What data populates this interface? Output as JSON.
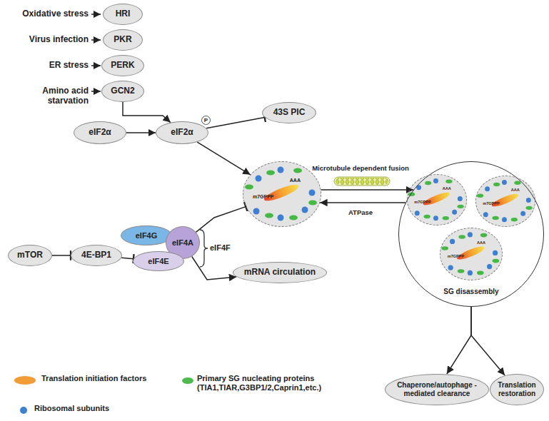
{
  "diagram": {
    "nodes": [
      {
        "text": [
          "HRI"
        ]
      },
      {
        "text": [
          "PKR"
        ]
      },
      {
        "text": [
          "PERK"
        ]
      },
      {
        "text": [
          "GCN2"
        ]
      },
      {
        "text": [
          "eIF2α"
        ]
      },
      {
        "text": [
          "eIF2α",
          "P"
        ]
      },
      {
        "text": [
          "43S PIC"
        ]
      },
      {
        "text": [
          "m7GPPP",
          "AAA"
        ]
      },
      {
        "text": [
          "SG disassembly"
        ]
      },
      {
        "text": [
          "m7GPPP",
          "AAA"
        ],
        "in": 8
      },
      {
        "text": [
          "m7GPPP",
          "AAA"
        ],
        "in": 8
      },
      {
        "text": [
          "m7GPPP",
          "AAA"
        ],
        "in": 8
      },
      {
        "text": [
          "mTOR"
        ]
      },
      {
        "text": [
          "4E-BP1"
        ]
      },
      {
        "text": [
          "eIF4G"
        ]
      },
      {
        "text": [
          "eIF4A"
        ]
      },
      {
        "text": [
          "eIF4E"
        ]
      },
      {
        "text": [
          "mRNA circulation"
        ]
      },
      {
        "text": [
          "Chaperone/autophage -mediated clearance"
        ]
      },
      {
        "text": [
          "Translation restoration"
        ]
      }
    ],
    "edges": [
      {
        "from": 3,
        "to": 5,
        "arrow": "to"
      },
      {
        "from": 4,
        "to": 5,
        "arrow": "to"
      },
      {
        "from": 5,
        "to": 6,
        "arrow": "none"
      },
      {
        "from": 5,
        "to": 7,
        "arrow": "to"
      },
      {
        "from": 7,
        "to": 8,
        "label": "Microtubule dependent fusion",
        "arrow": "to"
      },
      {
        "from": 8,
        "to": 7,
        "label": "ATPase",
        "arrow": "to"
      },
      {
        "from": 12,
        "to": 13,
        "arrow": "none"
      },
      {
        "from": 13,
        "to": 16,
        "arrow": "none"
      },
      {
        "from": 15,
        "to": 7,
        "arrow": "none"
      },
      {
        "from": 15,
        "to": 17,
        "arrow": "to"
      },
      {
        "from": 8,
        "to": 18,
        "arrow": "to"
      },
      {
        "from": 8,
        "to": 19,
        "arrow": "to"
      }
    ],
    "labels": [
      "Oxidative stress",
      "Virus infection",
      "ER stress",
      "Amino acid starvation",
      "eIF4F"
    ],
    "legend": [
      {
        "text": "Translation initiation factors",
        "color": "#f29c38"
      },
      {
        "text": "Primary SG nucleating proteins (TIA1,TIAR,G3BP1/2,Caprin1,etc.)",
        "color": "#4cbb4c"
      },
      {
        "text": "Ribosomal subunits",
        "color": "#3d7fd0"
      }
    ]
  }
}
